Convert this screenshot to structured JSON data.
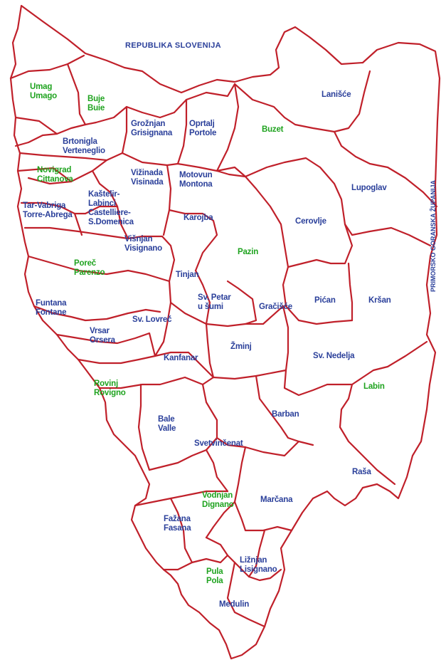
{
  "border_color": "#c0202a",
  "label_colors": {
    "town": "#1fa31f",
    "municipality": "#2a3f9a"
  },
  "labels": {
    "slovenia": "REPUBLIKA SLOVENIJA",
    "primorsko": "PRIMORSKO GORANSKA ŽUPANIJA",
    "umag": [
      "Umag",
      "Umago"
    ],
    "buje": [
      "Buje",
      "Buie"
    ],
    "groznjan": [
      "Grožnjan",
      "Grisignana"
    ],
    "oprtalj": [
      "Oprtalj",
      "Portole"
    ],
    "buzet": "Buzet",
    "lanisce": "Lanišće",
    "brtonigla": [
      "Brtonigla",
      "Verteneglio"
    ],
    "novigrad": [
      "Novigrad",
      "Cittanova"
    ],
    "viznjada": [
      "Vižinada",
      "Visinada"
    ],
    "motovun": [
      "Motovun",
      "Montona"
    ],
    "lupoglav": "Lupoglav",
    "tar_vabriga": [
      "Tar-Vabriga",
      "Torre-Abrega"
    ],
    "kastelir": [
      "Kaštelir-",
      "Labinci",
      "Castelliere-",
      "S.Domenica"
    ],
    "karojba": "Karojba",
    "cerovlje": "Cerovlje",
    "visnjan": [
      "Višnjan",
      "Visignano"
    ],
    "porec": [
      "Poreč",
      "Parenzo"
    ],
    "pazin": "Pazin",
    "tinjan": "Tinjan",
    "funtana": [
      "Funtana",
      "Fontane"
    ],
    "sv_petar": [
      "Sv. Petar",
      "u šumi"
    ],
    "gracisce": "Gračišće",
    "pican": "Pićan",
    "krsan": "Kršan",
    "sv_lovrec": "Sv. Lovreč",
    "vrsar": [
      "Vrsar",
      "Orsera"
    ],
    "kanfanar": "Kanfanar",
    "zminj": "Žminj",
    "sv_nedelja": "Sv. Nedelja",
    "rovinj": [
      "Rovinj",
      "Rovigno"
    ],
    "labin": "Labin",
    "bale": [
      "Bale",
      "Valle"
    ],
    "barban": "Barban",
    "svetvincenat": "Svetvinčenat",
    "rasa": "Raša",
    "vodnjan": [
      "Vodnjan",
      "Dignano"
    ],
    "marcana": "Marčana",
    "fazana": [
      "Fažana",
      "Fasana"
    ],
    "liznjan": [
      "Ližnjan",
      "Lisignano"
    ],
    "pula": [
      "Pula",
      "Pola"
    ],
    "medulin": "Medulin"
  }
}
